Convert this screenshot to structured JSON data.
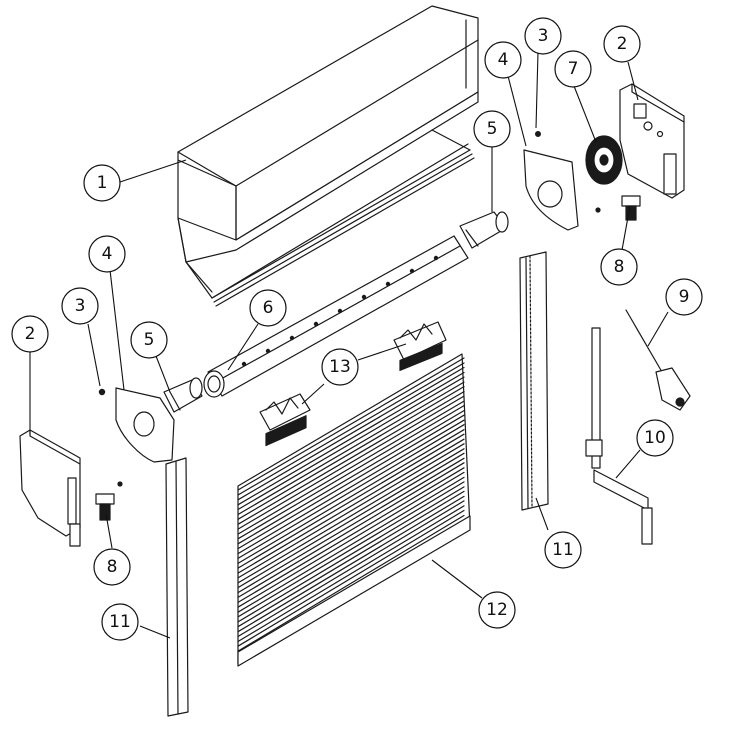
{
  "callouts": [
    {
      "id": "c1",
      "label": "1"
    },
    {
      "id": "c2a",
      "label": "2"
    },
    {
      "id": "c2b",
      "label": "2"
    },
    {
      "id": "c3a",
      "label": "3"
    },
    {
      "id": "c3b",
      "label": "3"
    },
    {
      "id": "c4a",
      "label": "4"
    },
    {
      "id": "c4b",
      "label": "4"
    },
    {
      "id": "c5a",
      "label": "5"
    },
    {
      "id": "c5b",
      "label": "5"
    },
    {
      "id": "c6",
      "label": "6"
    },
    {
      "id": "c7",
      "label": "7"
    },
    {
      "id": "c8a",
      "label": "8"
    },
    {
      "id": "c8b",
      "label": "8"
    },
    {
      "id": "c9",
      "label": "9"
    },
    {
      "id": "c10",
      "label": "10"
    },
    {
      "id": "c11a",
      "label": "11"
    },
    {
      "id": "c11b",
      "label": "11"
    },
    {
      "id": "c12",
      "label": "12"
    },
    {
      "id": "c13",
      "label": "13"
    }
  ]
}
